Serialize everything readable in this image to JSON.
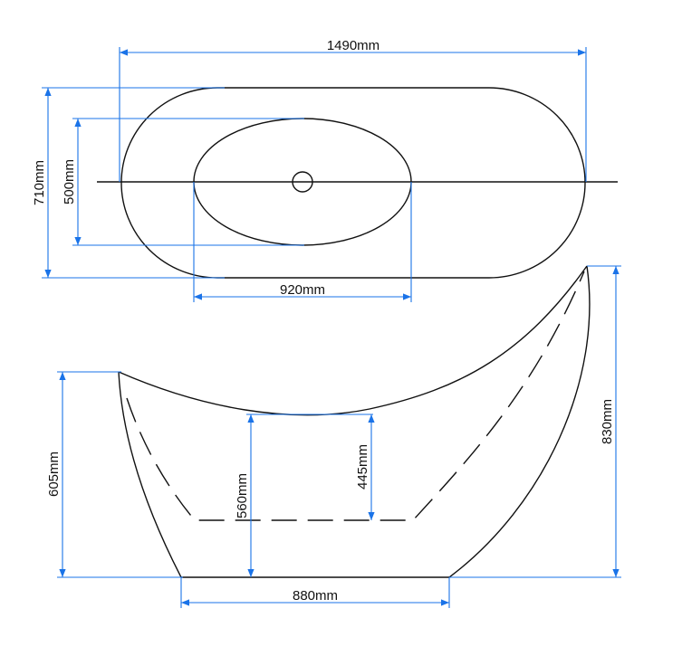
{
  "colors": {
    "dimension": "#1a73e8",
    "outline": "#111111",
    "background": "#ffffff"
  },
  "top_view": {
    "overall_length": "1490mm",
    "overall_width": "710mm",
    "basin_width": "500mm",
    "basin_length": "920mm"
  },
  "side_view": {
    "left_height": "605mm",
    "right_height": "830mm",
    "outer_depth": "560mm",
    "inner_depth": "445mm",
    "base_length": "880mm"
  }
}
